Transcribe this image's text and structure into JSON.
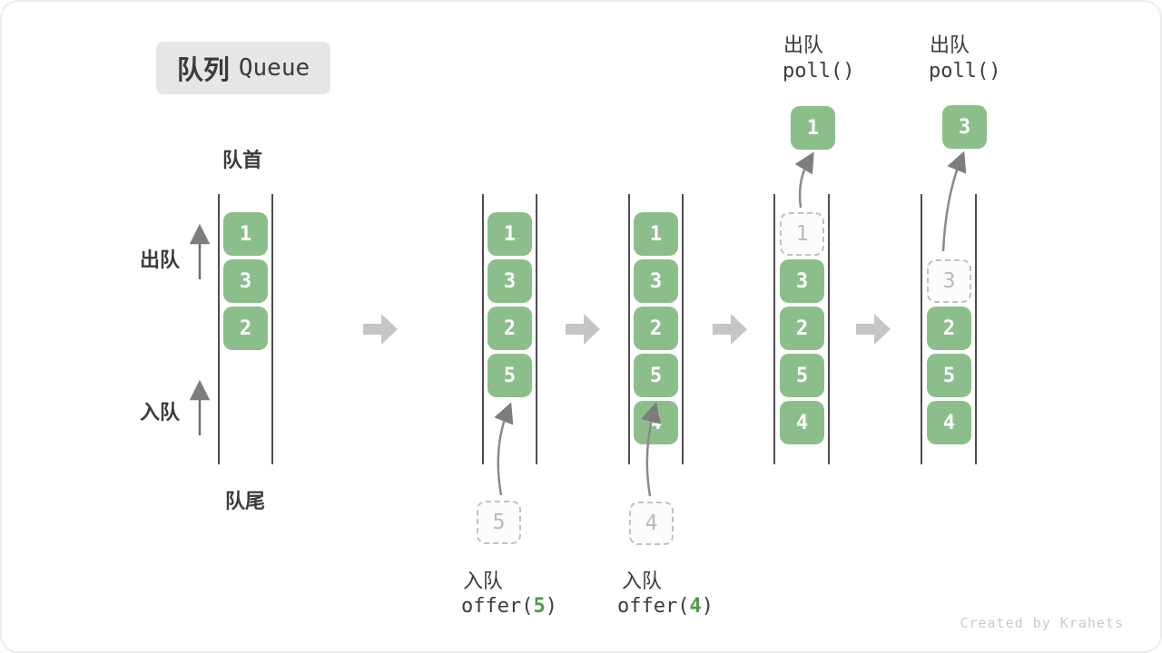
{
  "title": {
    "zh": "队列",
    "en": "Queue"
  },
  "labels": {
    "front": "队首",
    "rear": "队尾",
    "dequeue_side": "出队",
    "enqueue_side": "入队"
  },
  "colors": {
    "box_green": "#8cbe8c",
    "code_arg_green": "#4e9a4e",
    "big_arrow_gray": "#c5c5c5",
    "text": "#3b3b3b",
    "dashed_muted": "#b9b9b9"
  },
  "states": [
    {
      "slots": [
        "1",
        "3",
        "2"
      ]
    },
    {
      "slots": [
        "1",
        "3",
        "2",
        "5"
      ],
      "pending": "5"
    },
    {
      "slots": [
        "1",
        "3",
        "2",
        "5",
        "4"
      ],
      "pending": "4"
    },
    {
      "removed": "1",
      "slots": [
        "3",
        "2",
        "5",
        "4"
      ],
      "popped": "1"
    },
    {
      "removed": "3",
      "slots": [
        "2",
        "5",
        "4"
      ],
      "popped": "3"
    }
  ],
  "annotations": {
    "enqueue5": {
      "line1": "入队",
      "op": "offer(",
      "arg": "5",
      "close": ")"
    },
    "enqueue4": {
      "line1": "入队",
      "op": "offer(",
      "arg": "4",
      "close": ")"
    },
    "dequeue1": {
      "line1": "出队",
      "line2": "poll()"
    },
    "dequeue2": {
      "line1": "出队",
      "line2": "poll()"
    }
  },
  "footer": "Created by Krahets"
}
